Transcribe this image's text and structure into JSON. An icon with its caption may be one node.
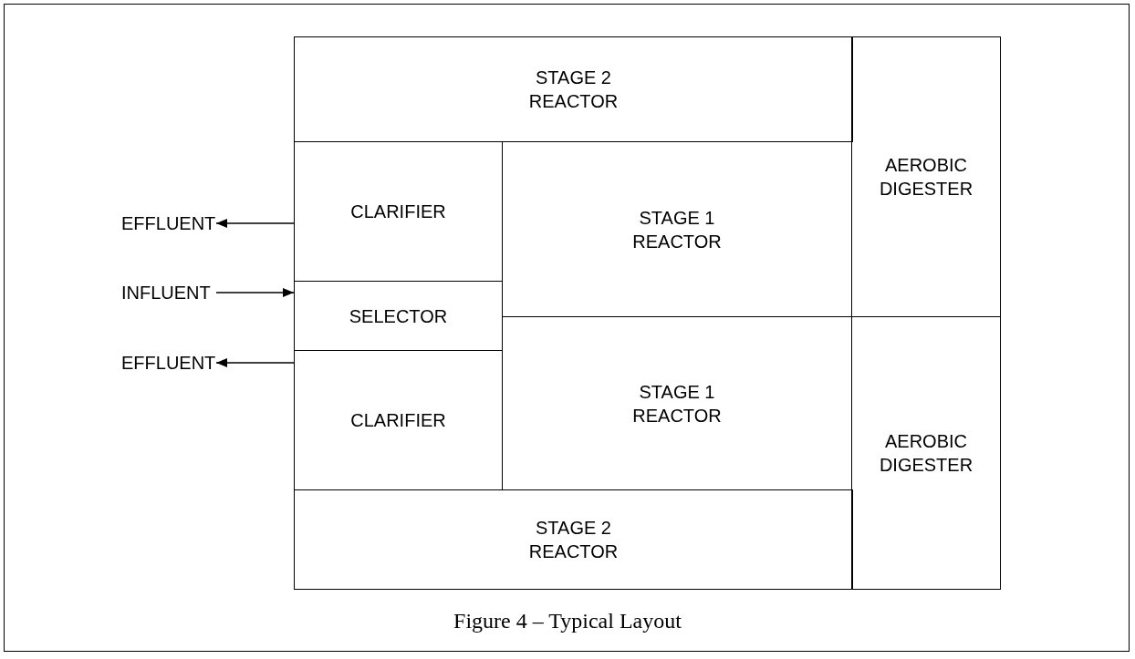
{
  "diagram": {
    "caption": "Figure 4 – Typical Layout",
    "nodes": [
      {
        "text": [
          "STAGE 2 REACTOR"
        ]
      },
      {
        "text": [
          "AEROBIC DIGESTER"
        ]
      },
      {
        "text": [
          "CLARIFIER"
        ]
      },
      {
        "text": [
          "STAGE 1 REACTOR"
        ]
      },
      {
        "text": [
          "EFFLUENT"
        ]
      },
      {
        "text": [
          "INFLUENT"
        ]
      },
      {
        "text": [
          "SELECTOR"
        ]
      },
      {
        "text": [
          "EFFLUENT"
        ]
      },
      {
        "text": [
          "STAGE 1 REACTOR"
        ]
      },
      {
        "text": [
          "CLARIFIER"
        ]
      },
      {
        "text": [
          "AEROBIC DIGESTER"
        ]
      },
      {
        "text": [
          "STAGE 2 REACTOR"
        ]
      }
    ],
    "edges": [
      {
        "from": 2,
        "to": 4,
        "arrow": "to"
      },
      {
        "from": 5,
        "to": 6,
        "arrow": "to"
      },
      {
        "from": 9,
        "to": 7,
        "arrow": "to"
      }
    ]
  }
}
